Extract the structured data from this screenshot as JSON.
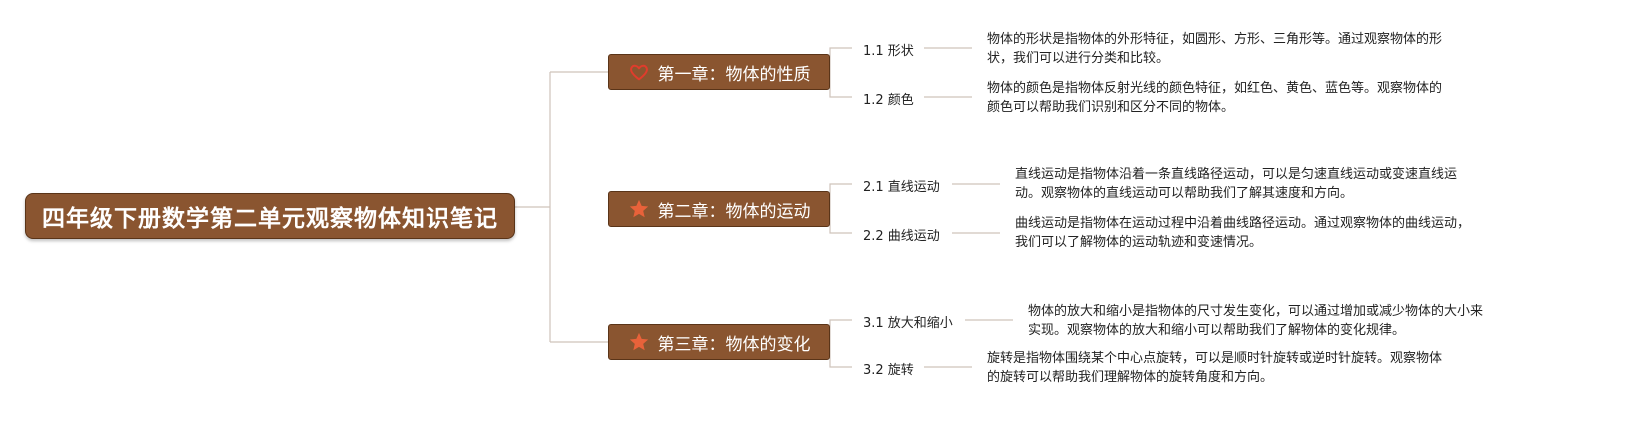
{
  "root": {
    "title": "四年级下册数学第二单元观察物体知识笔记"
  },
  "chapters": [
    {
      "title": "第一章：物体的性质",
      "icon": "heart-icon",
      "items": [
        {
          "label": "1.1 形状",
          "desc": [
            "物体的形状是指物体的外形特征，如圆形、方形、三角形等。通过观察物体的形",
            "状，我们可以进行分类和比较。"
          ]
        },
        {
          "label": "1.2 颜色",
          "desc": [
            "物体的颜色是指物体反射光线的颜色特征，如红色、黄色、蓝色等。观察物体的",
            "颜色可以帮助我们识别和区分不同的物体。"
          ]
        }
      ]
    },
    {
      "title": "第二章：物体的运动",
      "icon": "star-icon",
      "items": [
        {
          "label": "2.1 直线运动",
          "desc": [
            "直线运动是指物体沿着一条直线路径运动，可以是匀速直线运动或变速直线运",
            "动。观察物体的直线运动可以帮助我们了解其速度和方向。"
          ]
        },
        {
          "label": "2.2 曲线运动",
          "desc": [
            "曲线运动是指物体在运动过程中沿着曲线路径运动。通过观察物体的曲线运动，",
            "我们可以了解物体的运动轨迹和变速情况。"
          ]
        }
      ]
    },
    {
      "title": "第三章：物体的变化",
      "icon": "star-icon",
      "items": [
        {
          "label": "3.1 放大和缩小",
          "desc": [
            "物体的放大和缩小是指物体的尺寸发生变化，可以通过增加或减少物体的大小来",
            "实现。观察物体的放大和缩小可以帮助我们了解物体的变化规律。"
          ]
        },
        {
          "label": "3.2 旋转",
          "desc": [
            "旋转是指物体围绕某个中心点旋转，可以是顺时针旋转或逆时针旋转。观察物体",
            "的旋转可以帮助我们理解物体的旋转角度和方向。"
          ]
        }
      ]
    }
  ],
  "colors": {
    "node": "#8a5530",
    "heart": "#e03c2c",
    "star": "#e8623a",
    "line": "#cfc3bb"
  }
}
